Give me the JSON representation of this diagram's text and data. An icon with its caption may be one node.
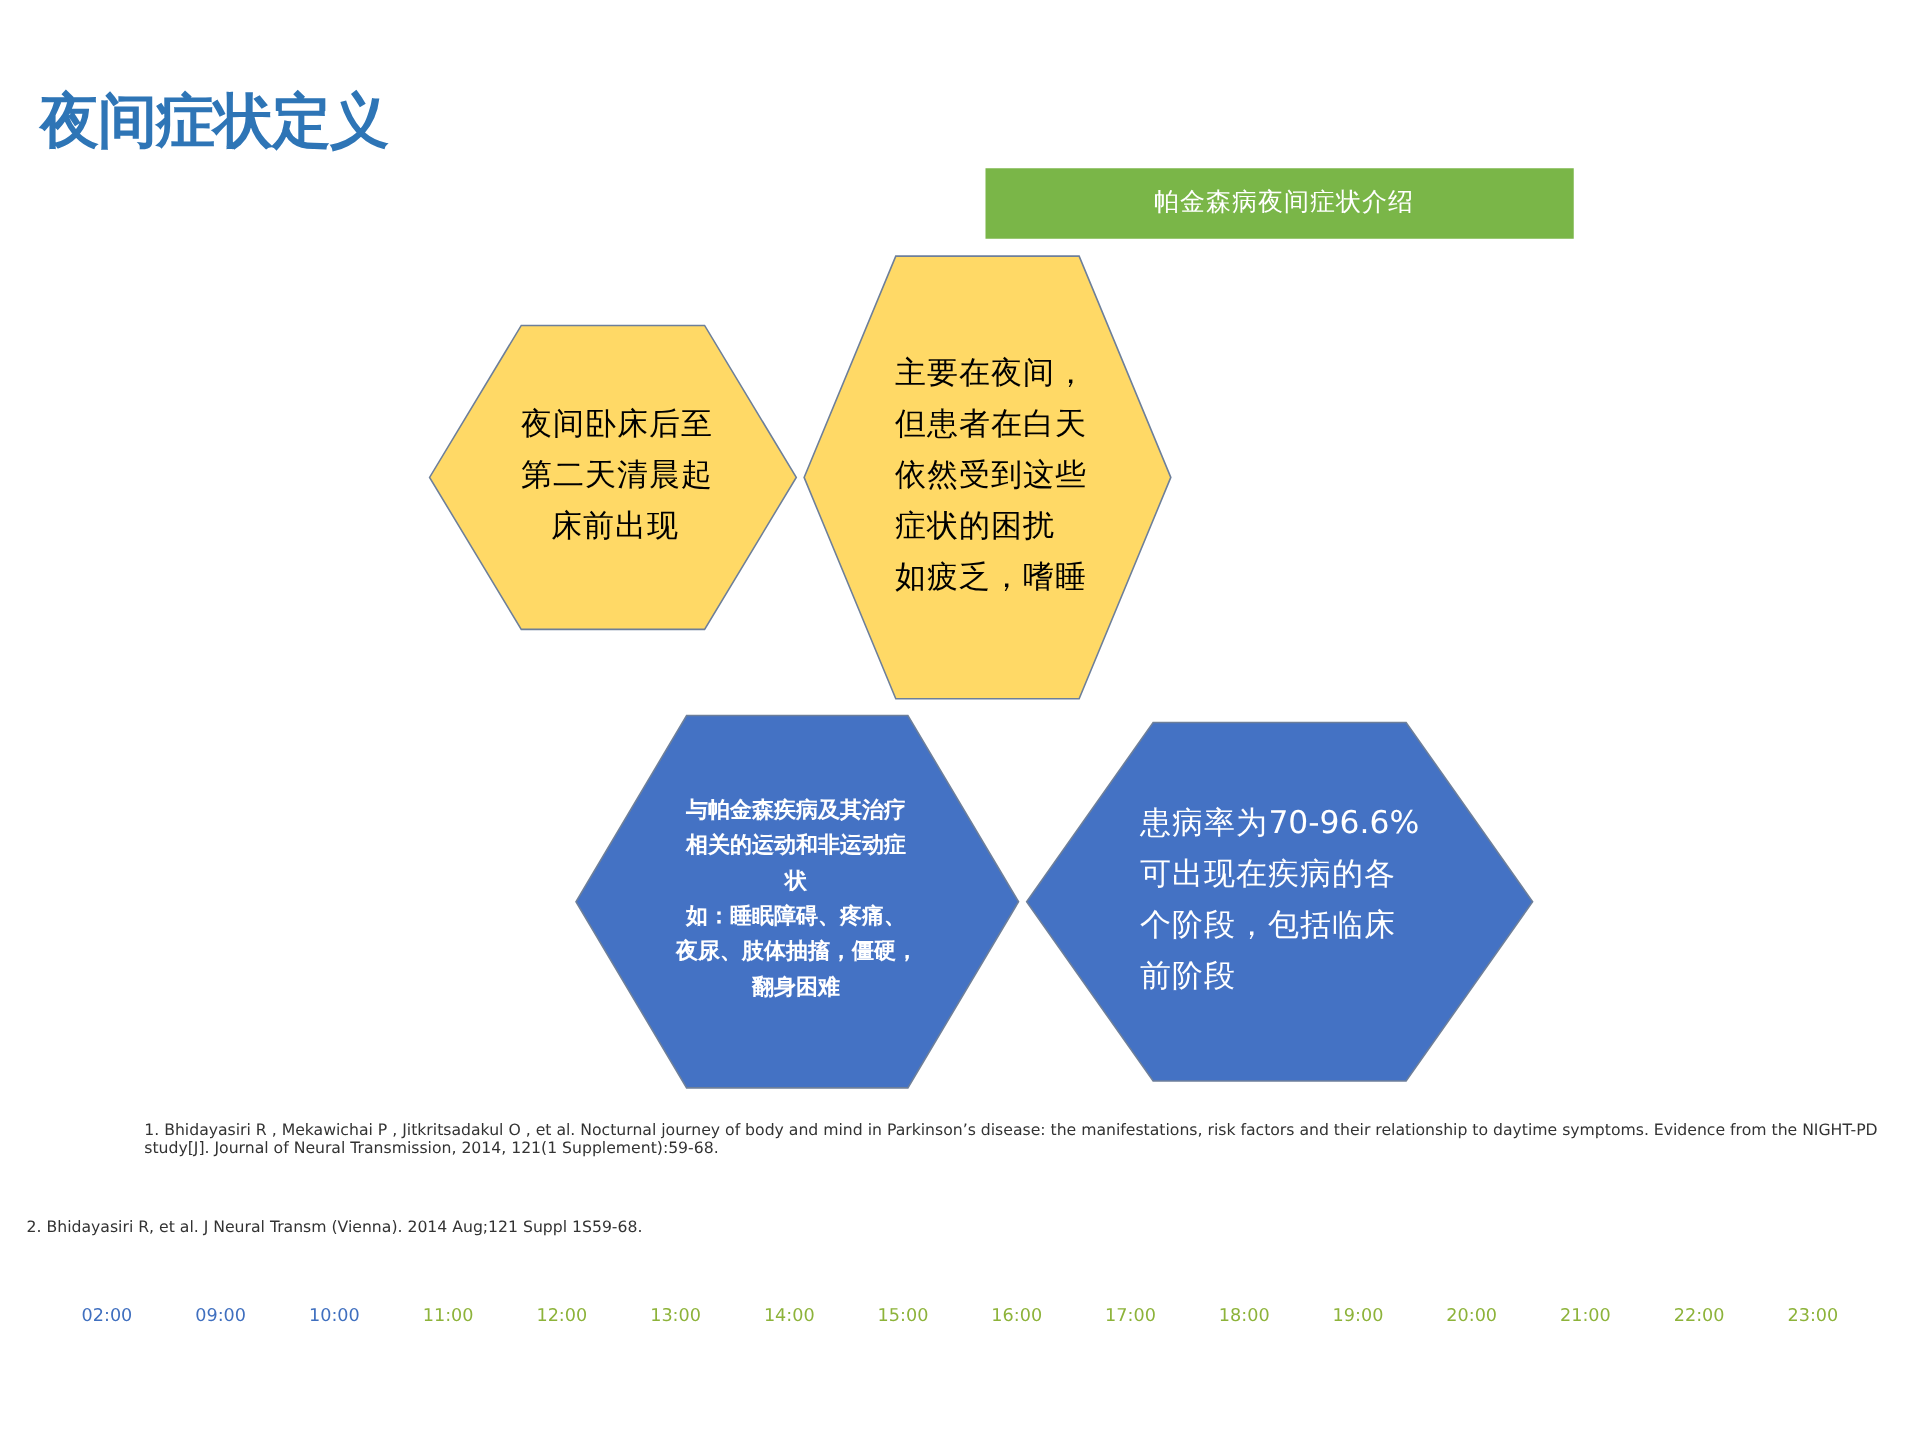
{
  "diagram": {
    "title": "夜间症状定义",
    "nodes": [
      {
        "text": [
          "夜间卧床后至第二天清晨起床前出现"
        ]
      },
      {
        "text": [
          "与帕金森疾病及其治疗相关的运动和非运动症状",
          "如：睡眠障碍、疼痛、夜尿、肢体抽搐，僵硬，翻身困难"
        ]
      },
      {
        "text": [
          "主要在夜间，但患者在白天依然受到这些症状的困扰",
          "如疲乏，嗜睡"
        ]
      },
      {
        "text": [
          "患病率为70-96.6%",
          "可出现在疾病的各个阶段，包括临床前阶段"
        ]
      }
    ],
    "labels": [
      "帕金森病夜间症状介绍",
      "1. Bhidayasiri R , Mekawichai P , Jitkritsadakul O , et al. Nocturnal journey of body and mind in Parkinson’s disease: the manifestations, risk factors and their relationship to daytime symptoms. Evidence from the NIGHT-PD study[J]. Journal of Neural Transmission, 2014, 121(1 Supplement):59-68.",
      "2. Bhidayasiri R, et al. J Neural Transm (Vienna). 2014 Aug;121 Suppl 1S59-68.",
      "02:00",
      "09:00",
      "10:00",
      "11:00",
      "12:00",
      "13:00",
      "14:00",
      "15:00",
      "16:00",
      "17:00",
      "18:00",
      "19:00",
      "20:00",
      "21:00",
      "22:00",
      "23:00"
    ]
  }
}
